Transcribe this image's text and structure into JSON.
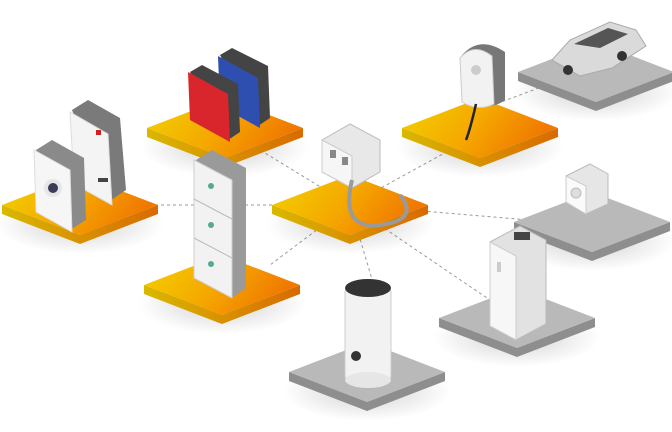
{
  "colors": {
    "background": "#ffffff",
    "platform_warm_start": "#f2d200",
    "platform_warm_end": "#f07d00",
    "platform_gray": "#b9b9b9",
    "platform_gray_side": "#8e8e8e",
    "inverter_red": "#d9262c",
    "inverter_blue": "#2f4fb0",
    "device_white": "#f3f3f3",
    "device_gray": "#9b9b9b",
    "connector": "#9a9a9a"
  },
  "components": [
    {
      "id": "inverters",
      "icon": "inverter-icon",
      "platform": "warm"
    },
    {
      "id": "pv-inverters",
      "icon": "solar-inverter-icon",
      "platform": "warm"
    },
    {
      "id": "battery-storage",
      "icon": "battery-icon",
      "platform": "warm"
    },
    {
      "id": "energy-meter",
      "icon": "energy-meter-icon",
      "platform": "warm"
    },
    {
      "id": "wallbox",
      "icon": "ev-charger-icon",
      "platform": "warm"
    },
    {
      "id": "electric-car",
      "icon": "car-icon",
      "platform": "gray"
    },
    {
      "id": "smart-plug",
      "icon": "smart-plug-icon",
      "platform": "gray"
    },
    {
      "id": "heat-pump",
      "icon": "heat-pump-icon",
      "platform": "gray"
    },
    {
      "id": "water-heater",
      "icon": "water-heater-icon",
      "platform": "gray"
    }
  ]
}
